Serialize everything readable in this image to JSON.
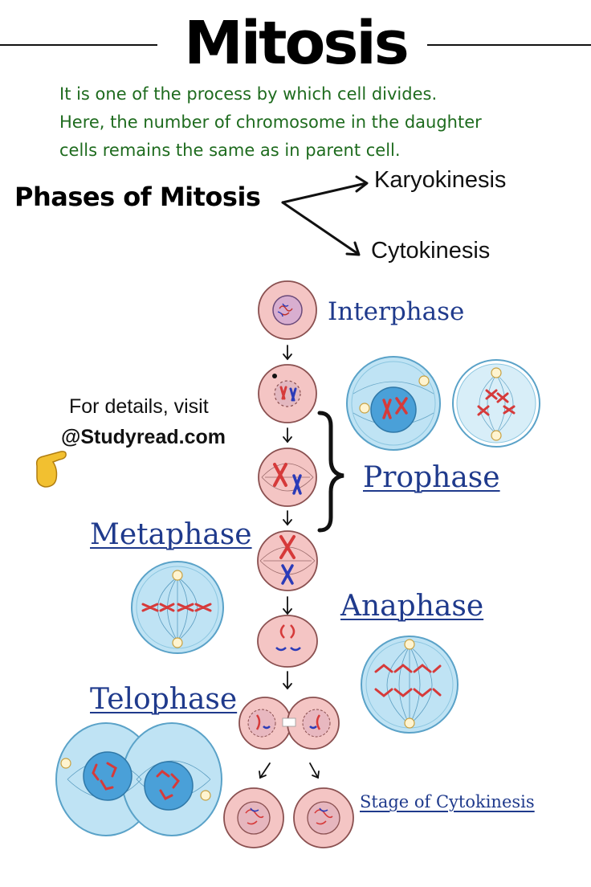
{
  "title": "Mitosis",
  "intro": {
    "line1": "It is one of the process by which cell divides.",
    "line2": "Here, the number of chromosome in the daughter",
    "line3": "cells remains the same as in parent cell."
  },
  "phases_heading": "Phases of Mitosis",
  "branches": {
    "karyokinesis": "Karyokinesis",
    "cytokinesis": "Cytokinesis"
  },
  "phase_labels": {
    "interphase": "Interphase",
    "prophase": "Prophase",
    "metaphase": "Metaphase",
    "anaphase": "Anaphase",
    "telophase": "Telophase",
    "cytokinesis_stage": "Stage of Cytokinesis"
  },
  "promo": {
    "line1": "For details, visit",
    "line2": "@Studyread.com",
    "pointer_icon": "pointing-hand-icon"
  },
  "colors": {
    "intro_text": "#1e6b1e",
    "phase_label": "#1f3a8c",
    "cell_pink": "#f4c5c4",
    "cell_blue": "#bfe3f4",
    "chromosome_red": "#d63a3a",
    "chromosome_blue": "#2b3bb8"
  }
}
